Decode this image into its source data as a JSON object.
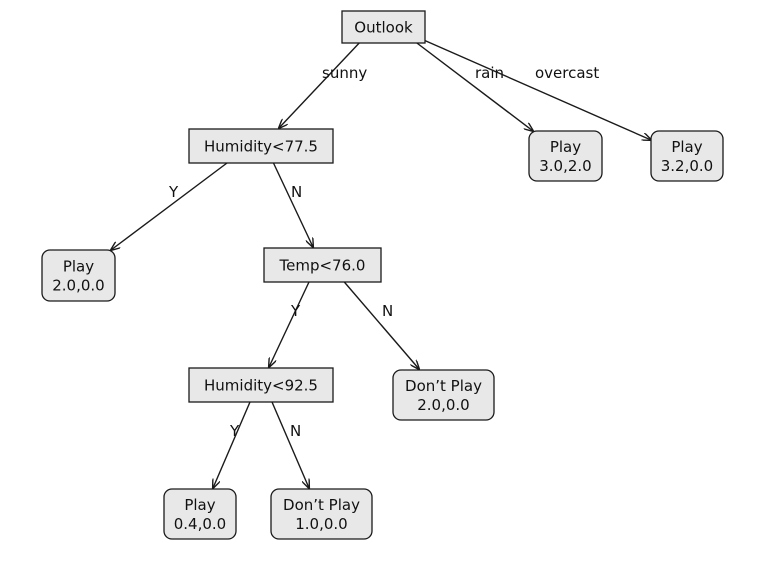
{
  "tree": {
    "nodes": {
      "outlook": {
        "lines": [
          "Outlook"
        ],
        "kind": "decision"
      },
      "humidity775": {
        "lines": [
          "Humidity<77.5"
        ],
        "kind": "decision"
      },
      "leaf_rain": {
        "lines": [
          "Play",
          "3.0,2.0"
        ],
        "kind": "leaf"
      },
      "leaf_overcast": {
        "lines": [
          "Play",
          "3.2,0.0"
        ],
        "kind": "leaf"
      },
      "leaf_h1": {
        "lines": [
          "Play",
          "2.0,0.0"
        ],
        "kind": "leaf"
      },
      "temp76": {
        "lines": [
          "Temp<76.0"
        ],
        "kind": "decision"
      },
      "humidity925": {
        "lines": [
          "Humidity<92.5"
        ],
        "kind": "decision"
      },
      "leaf_t_n": {
        "lines": [
          "Don’t Play",
          "2.0,0.0"
        ],
        "kind": "leaf"
      },
      "leaf_h2_y": {
        "lines": [
          "Play",
          "0.4,0.0"
        ],
        "kind": "leaf"
      },
      "leaf_h2_n": {
        "lines": [
          "Don’t Play",
          "1.0,0.0"
        ],
        "kind": "leaf"
      }
    },
    "edges": [
      {
        "from": "outlook",
        "to": "humidity775",
        "label": "sunny"
      },
      {
        "from": "outlook",
        "to": "leaf_rain",
        "label": "rain"
      },
      {
        "from": "outlook",
        "to": "leaf_overcast",
        "label": "overcast"
      },
      {
        "from": "humidity775",
        "to": "leaf_h1",
        "label": "Y"
      },
      {
        "from": "humidity775",
        "to": "temp76",
        "label": "N"
      },
      {
        "from": "temp76",
        "to": "humidity925",
        "label": "Y"
      },
      {
        "from": "temp76",
        "to": "leaf_t_n",
        "label": "N"
      },
      {
        "from": "humidity925",
        "to": "leaf_h2_y",
        "label": "Y"
      },
      {
        "from": "humidity925",
        "to": "leaf_h2_n",
        "label": "N"
      }
    ]
  }
}
